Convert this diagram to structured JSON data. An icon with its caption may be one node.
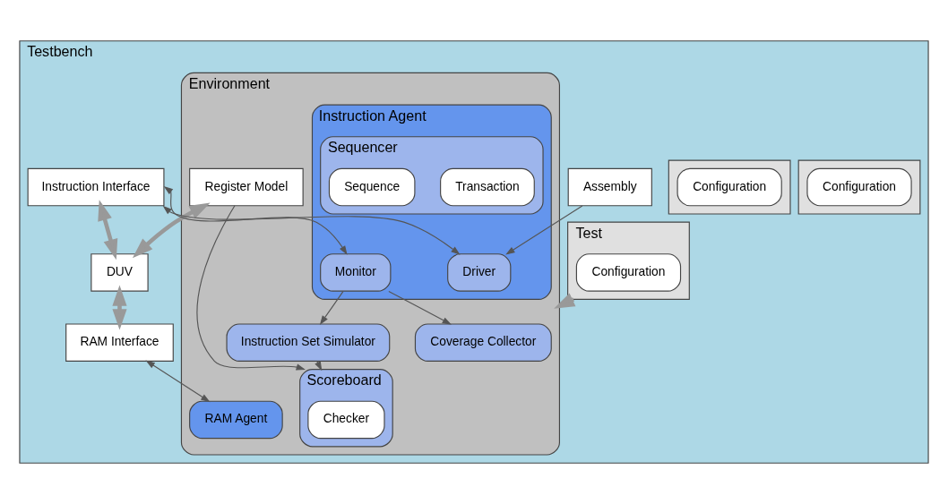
{
  "diagram": {
    "nodes": [
      {
        "text": [
          "Testbench"
        ]
      },
      {
        "text": [
          "Test"
        ],
        "in": 0
      },
      {
        "text": [
          "Configuration"
        ],
        "in": 1
      },
      {
        "text": [],
        "shape": "box",
        "in": 0
      },
      {
        "text": [
          "Configuration"
        ],
        "in": 3
      },
      {
        "text": [],
        "shape": "box",
        "in": 0
      },
      {
        "text": [
          "Configuration"
        ],
        "in": 5
      },
      {
        "text": [
          "Environment"
        ],
        "in": 0
      },
      {
        "text": [
          "Instruction Agent"
        ],
        "in": 7
      },
      {
        "text": [
          "Sequencer"
        ],
        "in": 8
      },
      {
        "text": [
          "Transaction"
        ],
        "in": 9
      },
      {
        "text": [
          "Sequence"
        ],
        "in": 9
      },
      {
        "text": [
          "Driver"
        ],
        "in": 8
      },
      {
        "text": [
          "Monitor"
        ],
        "in": 8
      },
      {
        "text": [
          "Coverage Collector"
        ],
        "in": 7
      },
      {
        "text": [
          "Scoreboard"
        ],
        "in": 7
      },
      {
        "text": [
          "Checker"
        ],
        "in": 15
      },
      {
        "text": [
          "Instruction Set Simulator"
        ],
        "in": 7
      },
      {
        "text": [
          "Register Model"
        ],
        "in": 7
      },
      {
        "text": [
          "RAM Agent"
        ],
        "in": 7
      },
      {
        "text": [
          "Assembly"
        ],
        "in": 0
      },
      {
        "text": [
          "Instruction Interface"
        ],
        "in": 0
      },
      {
        "text": [
          "DUV"
        ],
        "in": 0
      },
      {
        "text": [
          "RAM Interface"
        ],
        "in": 0
      }
    ],
    "edges": [
      {
        "from": 1,
        "to": 7,
        "arrow": "to",
        "style": "thick"
      },
      {
        "from": 20,
        "to": 12,
        "arrow": "to"
      },
      {
        "from": 13,
        "to": 14,
        "arrow": "to"
      },
      {
        "from": 13,
        "to": 17,
        "arrow": "to"
      },
      {
        "from": 17,
        "to": 15,
        "arrow": "to"
      },
      {
        "from": 18,
        "to": 15,
        "arrow": "to"
      },
      {
        "from": 21,
        "to": 12,
        "arrow": "both"
      },
      {
        "from": 21,
        "to": 13,
        "arrow": "both"
      },
      {
        "from": 18,
        "to": 22,
        "arrow": "both",
        "style": "thick"
      },
      {
        "from": 21,
        "to": 22,
        "arrow": "both",
        "style": "thick"
      },
      {
        "from": 22,
        "to": 23,
        "arrow": "both",
        "style": "thick"
      },
      {
        "from": 23,
        "to": 19,
        "arrow": "both"
      }
    ]
  }
}
